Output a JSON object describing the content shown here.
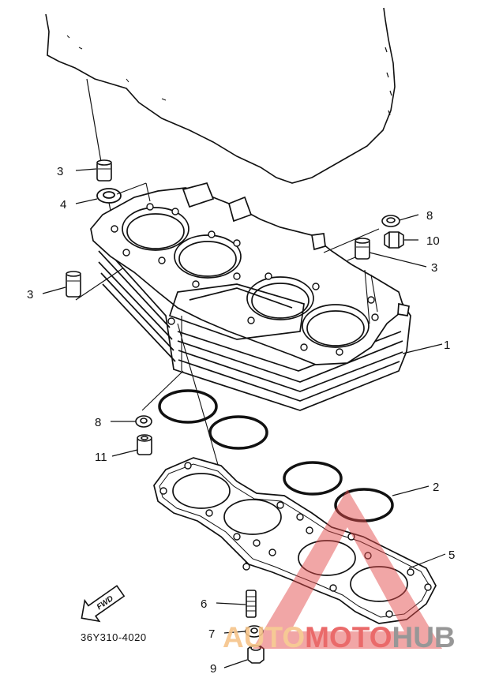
{
  "diagram": {
    "part_code": "36Y310-4020",
    "forward_label": "FWD",
    "callouts": [
      {
        "id": "callout-3-top-left",
        "text": "3"
      },
      {
        "id": "callout-4",
        "text": "4"
      },
      {
        "id": "callout-3-left",
        "text": "3"
      },
      {
        "id": "callout-8-top-right",
        "text": "8"
      },
      {
        "id": "callout-10",
        "text": "10"
      },
      {
        "id": "callout-3-right",
        "text": "3"
      },
      {
        "id": "callout-1",
        "text": "1"
      },
      {
        "id": "callout-8-left",
        "text": "8"
      },
      {
        "id": "callout-11",
        "text": "11"
      },
      {
        "id": "callout-2",
        "text": "2"
      },
      {
        "id": "callout-5",
        "text": "5"
      },
      {
        "id": "callout-6",
        "text": "6"
      },
      {
        "id": "callout-7",
        "text": "7"
      },
      {
        "id": "callout-9",
        "text": "9"
      }
    ]
  },
  "watermark": {
    "part1": "AUTO",
    "part2": "MOTO",
    "part3": "HUB",
    "colors": {
      "auto": "#f6c48a",
      "moto": "#e85a5a",
      "hub": "#8c8c8c",
      "triangle": "#e24b4b"
    }
  }
}
